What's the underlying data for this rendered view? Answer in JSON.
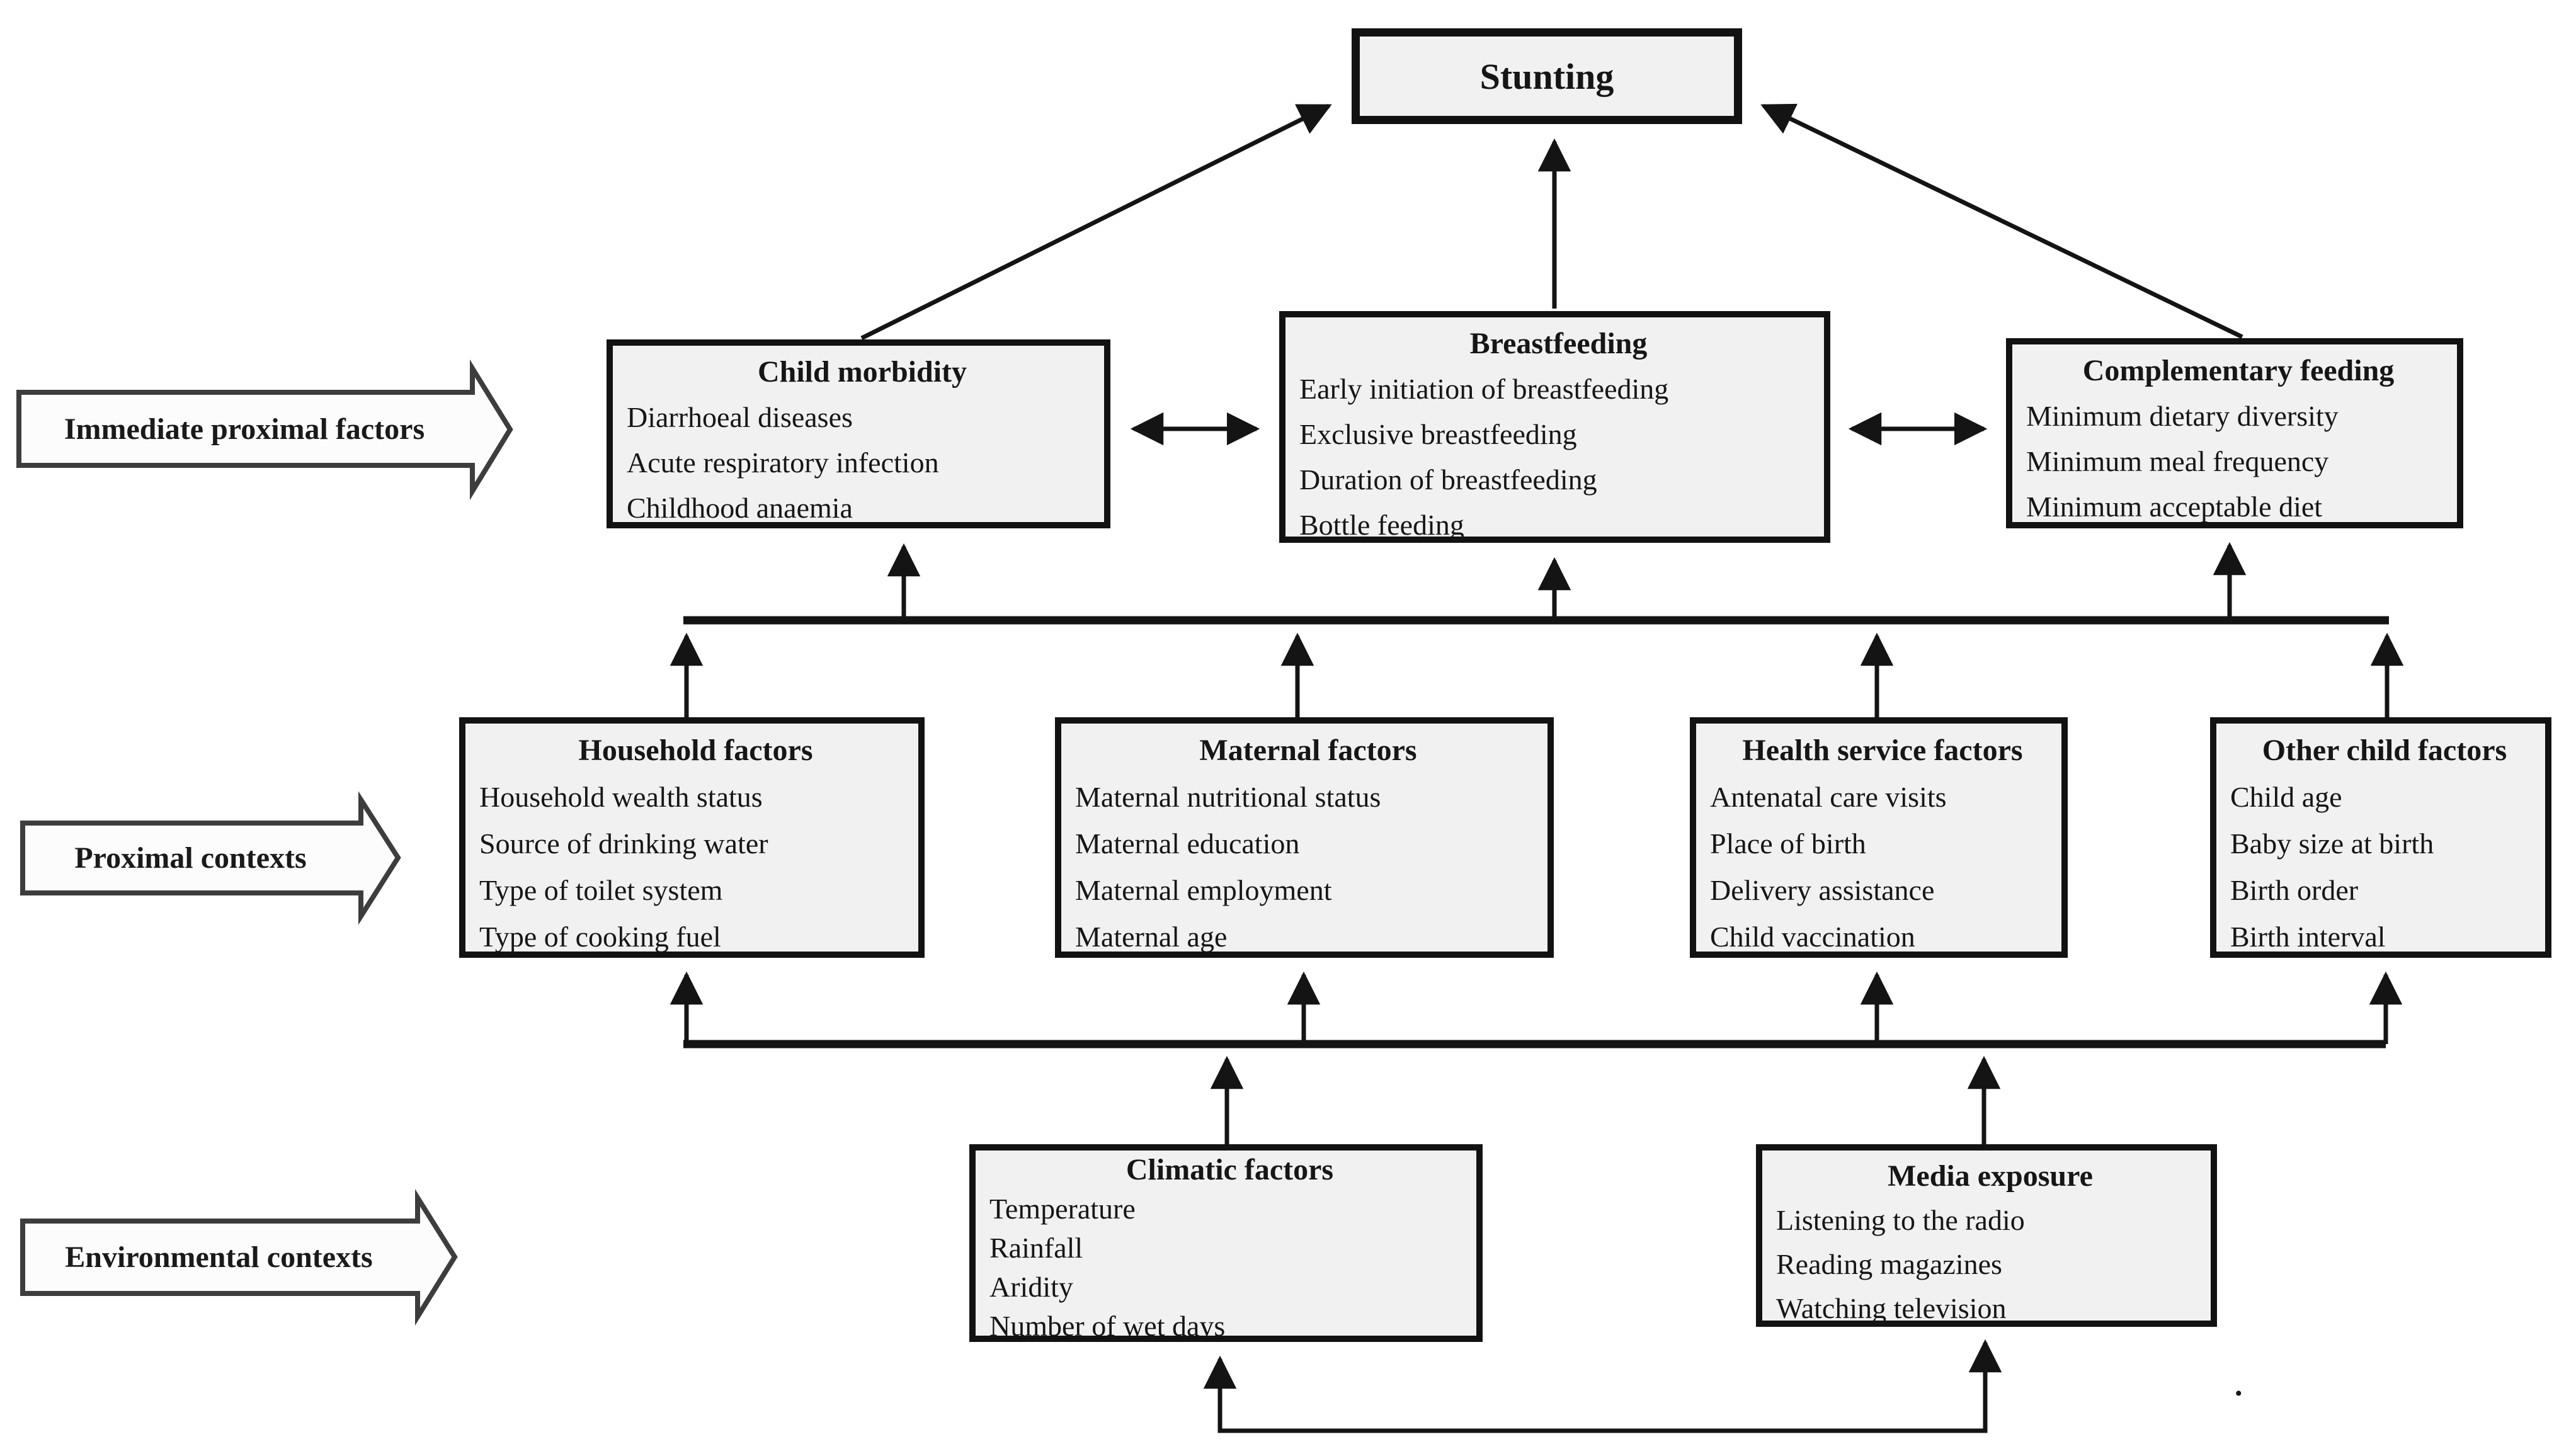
{
  "boxes": {
    "stunting": {
      "title": "Stunting"
    },
    "child_morbidity": {
      "title": "Child morbidity",
      "items": [
        "Diarrhoeal diseases",
        "Acute respiratory infection",
        "Childhood anaemia"
      ]
    },
    "breastfeeding": {
      "title": "Breastfeeding",
      "items": [
        "Early initiation of breastfeeding",
        "Exclusive breastfeeding",
        "Duration of breastfeeding",
        "Bottle feeding"
      ]
    },
    "complementary_feeding": {
      "title": "Complementary feeding",
      "items": [
        "Minimum dietary diversity",
        "Minimum meal frequency",
        "Minimum acceptable diet"
      ]
    },
    "household_factors": {
      "title": "Household factors",
      "items": [
        "Household wealth status",
        "Source of drinking water",
        "Type of toilet system",
        "Type of cooking fuel"
      ]
    },
    "maternal_factors": {
      "title": "Maternal factors",
      "items": [
        "Maternal nutritional status",
        "Maternal education",
        "Maternal employment",
        "Maternal age"
      ]
    },
    "health_service_factors": {
      "title": "Health service factors",
      "items": [
        "Antenatal care visits",
        "Place of birth",
        "Delivery assistance",
        "Child vaccination"
      ]
    },
    "other_child_factors": {
      "title": "Other child factors",
      "items": [
        "Child age",
        "Baby size at birth",
        "Birth order",
        "Birth interval"
      ]
    },
    "climatic_factors": {
      "title": "Climatic factors",
      "items": [
        "Temperature",
        "Rainfall",
        "Aridity",
        "Number of wet days"
      ]
    },
    "media_exposure": {
      "title": "Media exposure",
      "items": [
        "Listening to the radio",
        "Reading magazines",
        "Watching television"
      ]
    }
  },
  "side_labels": {
    "immediate": "Immediate proximal factors",
    "proximal": "Proximal contexts",
    "environmental": "Environmental contexts"
  },
  "footnote_dot": ".",
  "colors": {
    "box_fill": "#f1f1f1",
    "box_border": "#121212",
    "arrow": "#141414",
    "label_arrow_fill": "#fcfcfc",
    "label_arrow_border": "#3d3d3d",
    "background": "#ffffff"
  }
}
